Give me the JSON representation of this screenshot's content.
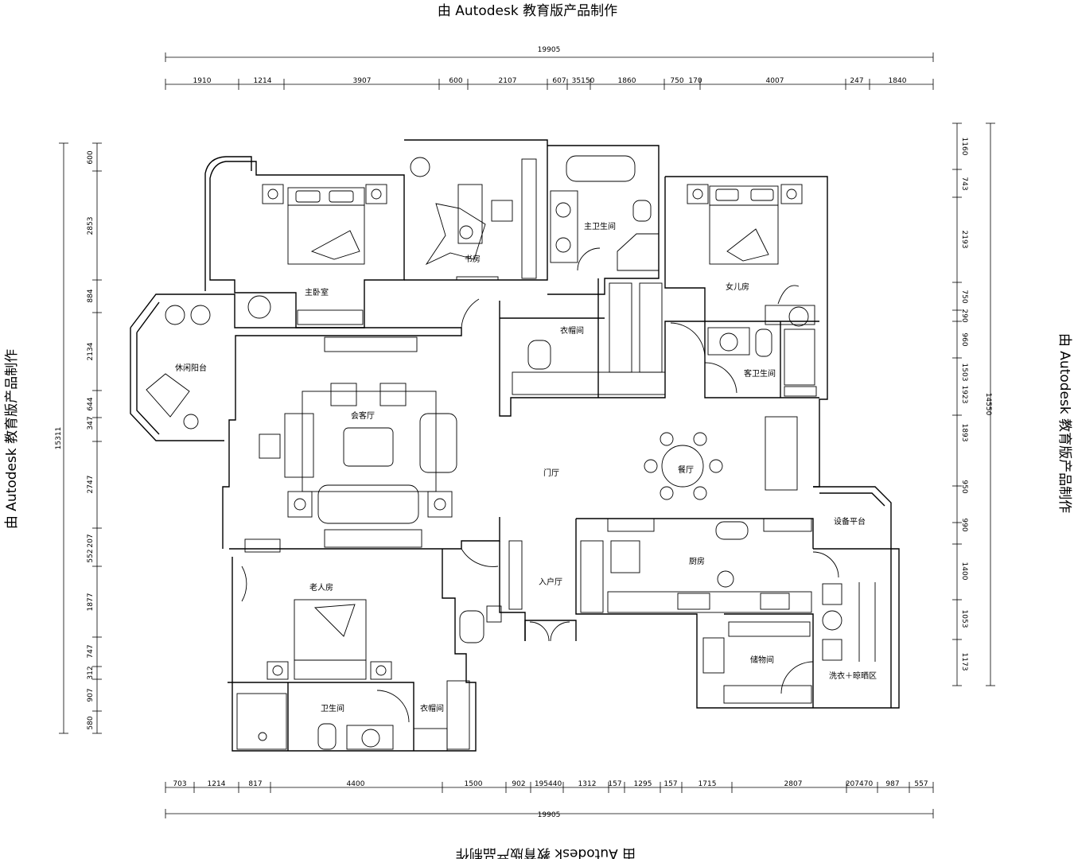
{
  "watermark": "由 Autodesk 教育版产品制作",
  "dimensions": {
    "top_total": "19905",
    "top_segments": [
      "1910",
      "1214",
      "3907",
      "600",
      "2107",
      "607",
      "35150",
      "1860",
      "750",
      "170",
      "4007",
      "247",
      "1840"
    ],
    "bottom_total": "19905",
    "bottom_segments": [
      "703",
      "1214",
      "817",
      "4400",
      "1500",
      "902",
      "195440",
      "1312",
      "157",
      "1295",
      "157",
      "1715",
      "2807",
      "207470",
      "987",
      "557"
    ],
    "left_total": "15311",
    "left_segments": [
      "600",
      "2853",
      "884",
      "2134",
      "347",
      "644",
      "2747",
      "207",
      "552",
      "1877",
      "747",
      "312",
      "907",
      "580"
    ],
    "right_total": "14550",
    "right_segments": [
      "1160",
      "743",
      "2193",
      "750",
      "290",
      "960",
      "1503",
      "1923",
      "1893",
      "950",
      "990",
      "1400",
      "1053",
      "1173"
    ]
  },
  "rooms": {
    "master_bedroom": "主卧室",
    "study": "书房",
    "master_bath": "主卫生间",
    "daughter_room": "女儿房",
    "leisure_balcony": "休闲阳台",
    "walk_in_closet": "衣帽间",
    "guest_bath": "客卫生间",
    "living_room": "会客厅",
    "foyer": "门厅",
    "dining": "餐厅",
    "equipment_platform": "设备平台",
    "kitchen": "厨房",
    "entry_hall": "入户厅",
    "elder_room": "老人房",
    "storage": "储物间",
    "laundry": "洗衣＋晾晒区",
    "bathroom": "卫生间",
    "closet2": "衣帽间"
  }
}
